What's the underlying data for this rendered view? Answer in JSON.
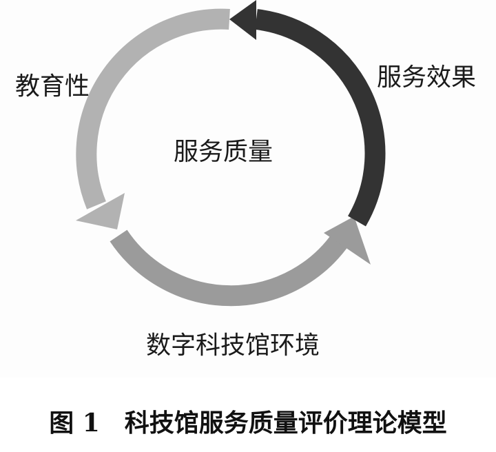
{
  "diagram": {
    "center_label": "服务质量",
    "nodes": [
      {
        "id": "effect",
        "label": "服务效果"
      },
      {
        "id": "environment",
        "label": "数字科技馆环境"
      },
      {
        "id": "education",
        "label": "教育性"
      }
    ],
    "arrows": [
      {
        "name": "arrow-education-to-environment",
        "color": "#b2b2b2"
      },
      {
        "name": "arrow-environment-to-effect",
        "color": "#9b9b9b"
      },
      {
        "name": "arrow-effect-to-education",
        "color": "#333333"
      }
    ]
  },
  "caption": {
    "figure_number": "图 1",
    "title": "科技馆服务质量评价理论模型"
  }
}
